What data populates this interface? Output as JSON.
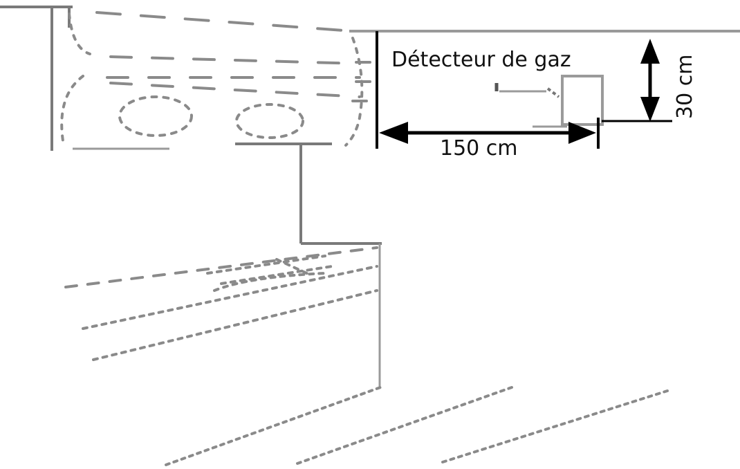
{
  "labels": {
    "detector": "Détecteur de gaz",
    "horizontal_distance": "150 cm",
    "vertical_distance": "30 cm"
  },
  "colors": {
    "ink": "#000000",
    "sketch": "#8a8a8a"
  }
}
